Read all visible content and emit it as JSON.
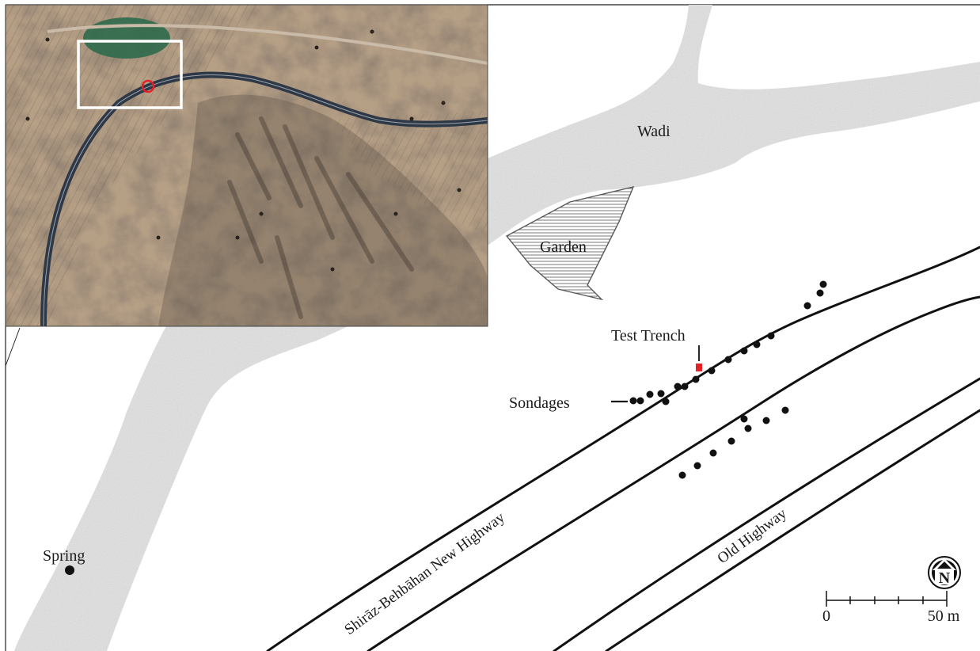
{
  "labels": {
    "wadi": "Wadi",
    "garden": "Garden",
    "test_trench": "Test Trench",
    "sondages": "Sondages",
    "spring": "Spring",
    "new_highway": "Shirāz-Behbāhan New Highway",
    "old_highway": "Old Highway"
  },
  "scale_bar": {
    "start_label": "0",
    "end_label": "50 m"
  },
  "north_arrow": {
    "letter": "N"
  },
  "colors": {
    "wadi_fill": "#e2e2e2",
    "road_line": "#111111",
    "trench_marker": "#e32227",
    "sondage_dot": "#111111",
    "inset_highlight_box": "#ffffff",
    "inset_circle": "#e32227",
    "satellite_ground": "#b59f85",
    "satellite_highway": "#2e3846"
  }
}
